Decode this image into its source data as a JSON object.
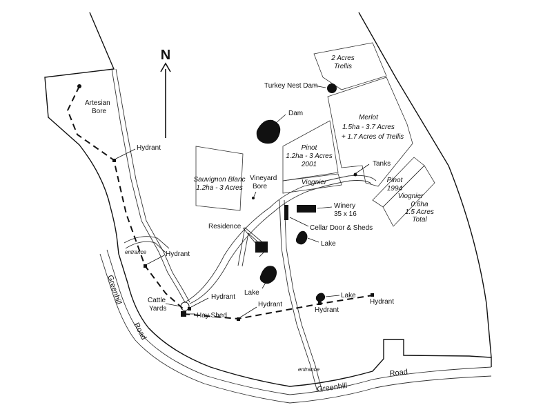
{
  "north": {
    "label": "N"
  },
  "blocks": {
    "trellis_2acres": {
      "line1": "2 Acres",
      "line2": "Trellis"
    },
    "merlot": {
      "title": "Merlot",
      "line1": "1.5ha - 3.7 Acres",
      "line2": "+ 1.7 Acres of Trellis"
    },
    "pinot_2001": {
      "title": "Pinot",
      "line1": "1.2ha - 3 Acres",
      "line2": "2001"
    },
    "viognier_strip": {
      "title": "Viognier"
    },
    "sauvignon_blanc": {
      "title": "Sauvignon Blanc",
      "line1": "1.2ha - 3 Acres"
    },
    "pinot_1994": {
      "title": "Pinot",
      "line1": "1994"
    },
    "viognier_east": {
      "title": "Viognier",
      "line1": "0.6ha",
      "line2": "1.5 Acres",
      "line3": "Total"
    }
  },
  "features": {
    "turkey_nest_dam": "Turkey Nest Dam",
    "dam": "Dam",
    "artesian_bore_1": "Artesian",
    "artesian_bore_2": "Bore",
    "vineyard_bore_1": "Vineyard",
    "vineyard_bore_2": "Bore",
    "tanks": "Tanks",
    "winery_1": "Winery",
    "winery_2": "35 x 16",
    "cellar_door": "Cellar Door & Sheds",
    "residence": "Residence",
    "lake_east": "Lake",
    "lake_centre": "Lake",
    "lake_south": "Lake",
    "cattle_yards_1": "Cattle",
    "cattle_yards_2": "Yards",
    "hay_shed": "Hay Shed"
  },
  "hydrants": {
    "north": "Hydrant",
    "west": "Hydrant",
    "centre": "Hydrant",
    "south": "Hydrant",
    "south_east": "Hydrant",
    "east": "Hydrant"
  },
  "roads": {
    "greenhill_west_1": "Greenhill",
    "greenhill_west_2": "Road",
    "greenhill_south_1": "Greenhill",
    "greenhill_south_2": "Road"
  },
  "entrances": {
    "west": "entrance",
    "south": "entrance"
  }
}
